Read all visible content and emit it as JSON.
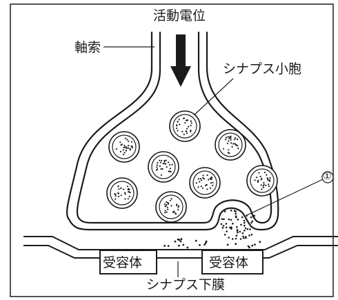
{
  "labels": {
    "action_potential": "活動電位",
    "axon": "軸索",
    "synaptic_vesicle": "シナプス小胞",
    "receptor_left": "受容体",
    "receptor_right": "受容体",
    "subsynaptic_membrane": "シナプス下膜",
    "marker": "①"
  },
  "colors": {
    "line": "#1a1a1a",
    "background": "#ffffff",
    "arrow": "#1a1a1a"
  }
}
